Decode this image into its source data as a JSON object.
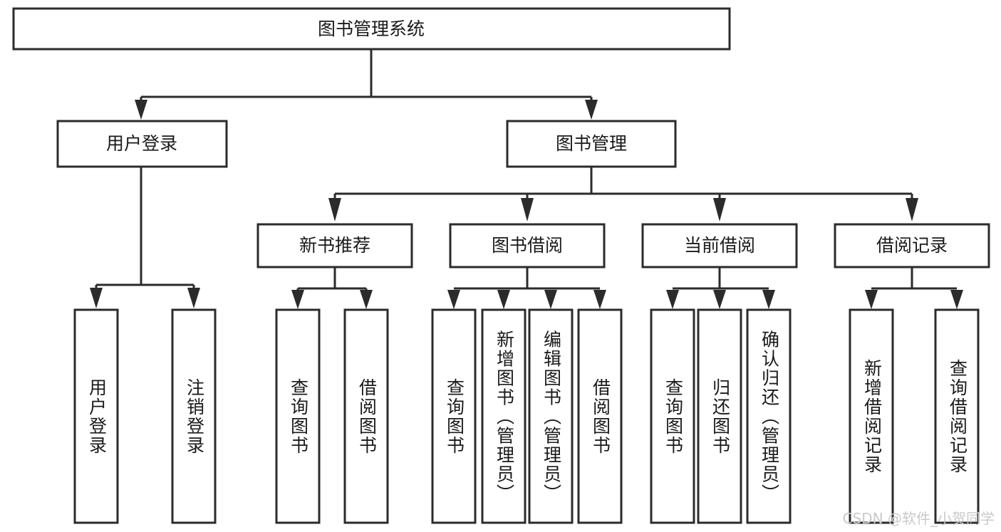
{
  "diagram": {
    "title": "图书管理系统",
    "root": {
      "id": "root",
      "label": "图书管理系统"
    },
    "level2": [
      {
        "id": "user-login",
        "label": "用户登录"
      },
      {
        "id": "book-manage",
        "label": "图书管理"
      }
    ],
    "level3": [
      {
        "id": "new-book-recommend",
        "label": "新书推荐",
        "parent": "book-manage"
      },
      {
        "id": "book-borrow",
        "label": "图书借阅",
        "parent": "book-manage"
      },
      {
        "id": "current-borrow",
        "label": "当前借阅",
        "parent": "book-manage"
      },
      {
        "id": "borrow-record",
        "label": "借阅记录",
        "parent": "book-manage"
      }
    ],
    "leaves": {
      "user-login": [
        {
          "id": "leaf-user-login",
          "label": "用户登录"
        },
        {
          "id": "leaf-user-logout",
          "label": "注销登录"
        }
      ],
      "new-book-recommend": [
        {
          "id": "leaf-query-book-1",
          "label": "查询图书"
        },
        {
          "id": "leaf-borrow-book-1",
          "label": "借阅图书"
        }
      ],
      "book-borrow": [
        {
          "id": "leaf-query-book-2",
          "label": "查询图书"
        },
        {
          "id": "leaf-add-book",
          "label": "新增图书（管理员）"
        },
        {
          "id": "leaf-edit-book",
          "label": "编辑图书（管理员）"
        },
        {
          "id": "leaf-borrow-book-2",
          "label": "借阅图书"
        }
      ],
      "current-borrow": [
        {
          "id": "leaf-query-book-3",
          "label": "查询图书"
        },
        {
          "id": "leaf-return-book",
          "label": "归还图书"
        },
        {
          "id": "leaf-confirm-return",
          "label": "确认归还（管理员）"
        }
      ],
      "borrow-record": [
        {
          "id": "leaf-add-record",
          "label": "新增借阅记录"
        },
        {
          "id": "leaf-query-record",
          "label": "查询借阅记录"
        }
      ]
    },
    "watermark": "CSDN @软件_小贺同学",
    "colors": {
      "stroke": "#2b2b2b",
      "fill": "#ffffff",
      "text": "#1a1a1a",
      "watermark": "#c9c9c9",
      "background": "#ffffff"
    }
  }
}
